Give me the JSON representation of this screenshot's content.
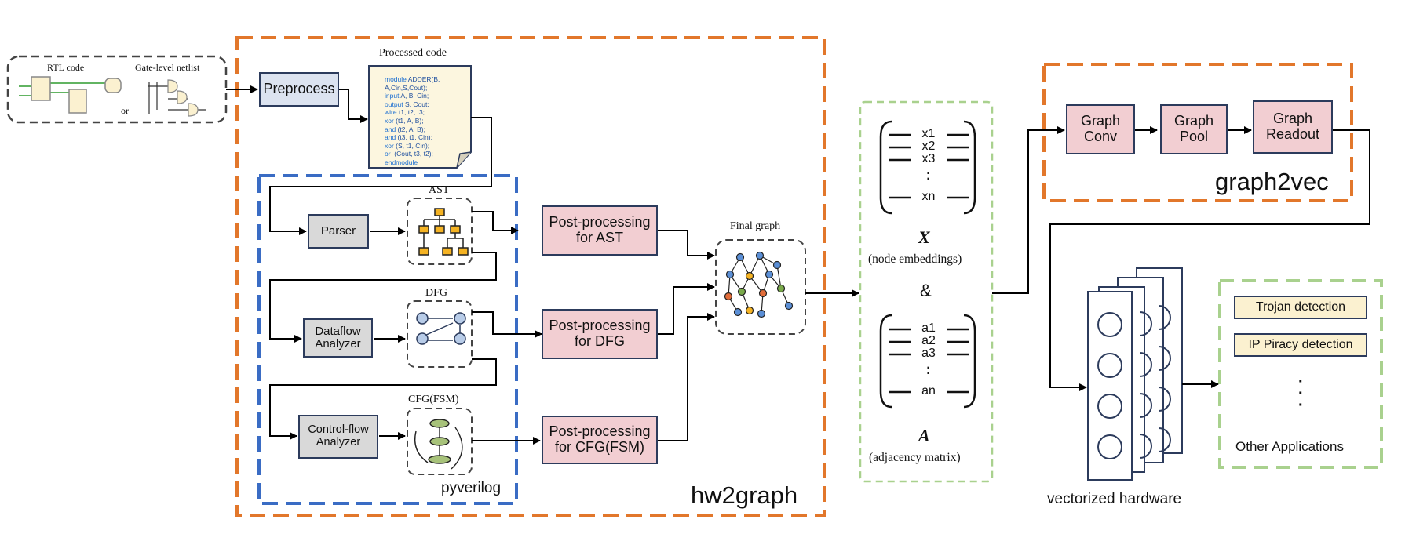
{
  "inputs": {
    "rtl_label": "RTL code",
    "netlist_label": "Gate-level netlist",
    "or_label": "or"
  },
  "preprocess": {
    "label": "Preprocess"
  },
  "processed_code": {
    "title": "Processed code",
    "lines": [
      {
        "kw": "module",
        "rest": " ADDER(B,"
      },
      {
        "kw": "",
        "rest": "A,Cin,S,Cout);"
      },
      {
        "kw": "input",
        "rest": " A, B, Cin;"
      },
      {
        "kw": "output",
        "rest": " S, Cout;"
      },
      {
        "kw": "wire",
        "rest": " t1, t2, t3;"
      },
      {
        "kw": "xor",
        "rest": " (t1, A, B);"
      },
      {
        "kw": "and",
        "rest": " (t2, A, B);"
      },
      {
        "kw": "and",
        "rest": " (t3, t1, Cin);"
      },
      {
        "kw": "xor",
        "rest": " (S, t1, Cin);"
      },
      {
        "kw": "or",
        "rest": "  (Cout, t3, t2);"
      },
      {
        "kw": "endmodule",
        "rest": ""
      }
    ]
  },
  "pyverilog": {
    "label": "pyverilog",
    "parser": "Parser",
    "dataflow": "Dataflow\nAnalyzer",
    "controlflow": "Control-flow\nAnalyzer",
    "ast_label": "AST",
    "dfg_label": "DFG",
    "cfg_label": "CFG(FSM)"
  },
  "postprocessing": {
    "ast": "Post-processing\nfor AST",
    "dfg": "Post-processing\nfor DFG",
    "cfg": "Post-processing\nfor CFG(FSM)"
  },
  "final_graph": {
    "label": "Final graph"
  },
  "hw2graph": {
    "label": "hw2graph"
  },
  "matrices": {
    "x_rows": [
      "x1",
      "x2",
      "x3",
      "·\n·",
      "xn"
    ],
    "x_symbol": "X",
    "x_caption": "(node embeddings)",
    "ampersand": "&",
    "a_rows": [
      "a1",
      "a2",
      "a3",
      "·\n·",
      "an"
    ],
    "a_symbol": "A",
    "a_caption": "(adjacency matrix)"
  },
  "graph2vec": {
    "label": "graph2vec",
    "conv": "Graph\nConv",
    "pool": "Graph\nPool",
    "readout": "Graph\nReadout"
  },
  "vectorized": {
    "label": "vectorized hardware"
  },
  "applications": {
    "trojan": "Trojan  detection",
    "piracy": "IP Piracy detection",
    "dots": "·\n·\n·",
    "other": "Other Applications"
  },
  "colors": {
    "orange": "#e2772b",
    "blue": "#3a6cc4",
    "green": "#a9d18e",
    "pink": "#f2ced2",
    "gray": "#d9d9d9",
    "yellow": "#fbf1d0",
    "navy": "#2c3b5c"
  }
}
